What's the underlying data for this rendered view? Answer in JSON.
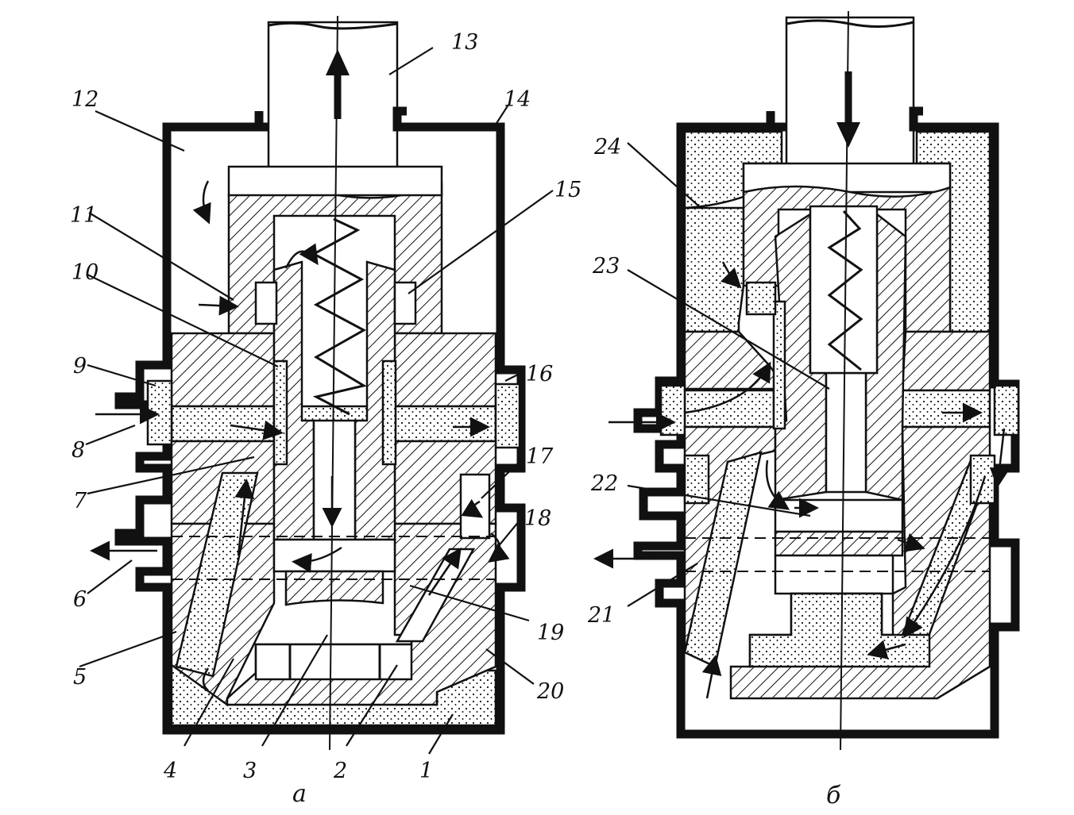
{
  "views": [
    {
      "id": "a",
      "caption": "а"
    },
    {
      "id": "b",
      "caption": "б"
    }
  ],
  "callouts": {
    "n1": "1",
    "n2": "2",
    "n3": "3",
    "n4": "4",
    "n5": "5",
    "n6": "6",
    "n7": "7",
    "n8": "8",
    "n9": "9",
    "n10": "10",
    "n11": "11",
    "n12": "12",
    "n13": "13",
    "n14": "14",
    "n15": "15",
    "n16": "16",
    "n17": "17",
    "n18": "18",
    "n19": "19",
    "n20": "20",
    "n21": "21",
    "n22": "22",
    "n23": "23",
    "n24": "24"
  }
}
